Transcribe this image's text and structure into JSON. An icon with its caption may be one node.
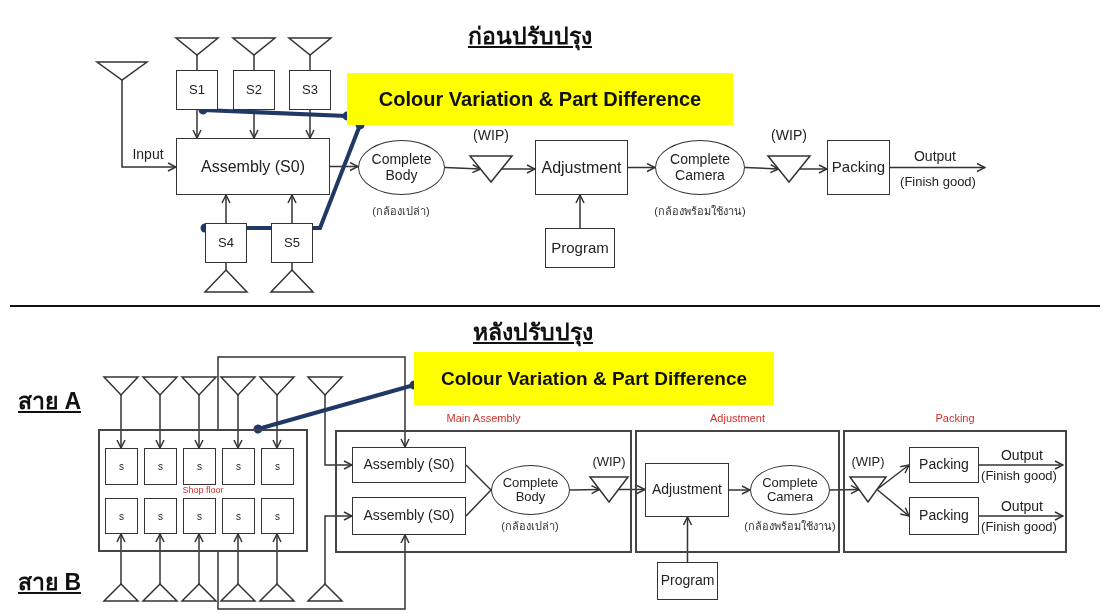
{
  "diagram": {
    "nodes": [
      {
        "text": [],
        "shape": "triangle"
      },
      {
        "text": [],
        "shape": "triangle"
      },
      {
        "text": [],
        "shape": "triangle"
      },
      {
        "text": [],
        "shape": "triangle"
      },
      {
        "text": [
          "S1"
        ]
      },
      {
        "text": [
          "S2"
        ]
      },
      {
        "text": [
          "S3"
        ]
      },
      {
        "text": [
          "Assembly (S0)"
        ]
      },
      {
        "text": [
          "S4"
        ]
      },
      {
        "text": [
          "S5"
        ]
      },
      {
        "text": [],
        "shape": "triangle"
      },
      {
        "text": [],
        "shape": "triangle"
      },
      {
        "text": [
          "Colour Variation & Part Difference"
        ]
      },
      {
        "text": [
          "Complete Body"
        ],
        "beside": [
          "(กล้องเปล่า)"
        ]
      },
      {
        "text": [
          "(WIP)"
        ]
      },
      {
        "text": [
          "Adjustment"
        ]
      },
      {
        "text": [
          "Program"
        ]
      },
      {
        "text": [
          "Complete Camera"
        ],
        "beside": [
          "(กล้องพร้อมใช้งาน)"
        ]
      },
      {
        "text": [
          "(WIP)"
        ]
      },
      {
        "text": [
          "Packing"
        ]
      },
      {
        "text": [
          "Colour Variation & Part Difference"
        ]
      },
      {
        "text": [],
        "shape": "triangle"
      },
      {
        "text": [],
        "shape": "triangle"
      },
      {
        "text": [],
        "shape": "triangle"
      },
      {
        "text": [],
        "shape": "triangle"
      },
      {
        "text": [],
        "shape": "triangle"
      },
      {
        "text": [],
        "shape": "triangle"
      },
      {
        "text": [
          "Shop floor"
        ]
      },
      {
        "text": [
          "s"
        ],
        "in": 27
      },
      {
        "text": [
          "s"
        ],
        "in": 27
      },
      {
        "text": [
          "s"
        ],
        "in": 27
      },
      {
        "text": [
          "s"
        ],
        "in": 27
      },
      {
        "text": [
          "s"
        ],
        "in": 27
      },
      {
        "text": [
          "s"
        ],
        "in": 27
      },
      {
        "text": [
          "s"
        ],
        "in": 27
      },
      {
        "text": [
          "s"
        ],
        "in": 27
      },
      {
        "text": [
          "s"
        ],
        "in": 27
      },
      {
        "text": [
          "s"
        ],
        "in": 27
      },
      {
        "text": [
          "Main Assembly"
        ]
      },
      {
        "text": [
          "Assembly (S0)"
        ],
        "in": 38
      },
      {
        "text": [
          "Assembly (S0)"
        ],
        "in": 38
      },
      {
        "text": [
          "Complete Body"
        ],
        "in": 38,
        "beside": [
          "(กล้องเปล่า)"
        ]
      },
      {
        "text": [
          "(WIP)"
        ],
        "in": 38
      },
      {
        "text": [
          "Adjustment"
        ]
      },
      {
        "text": [
          "Adjustment"
        ],
        "in": 43
      },
      {
        "text": [
          "Complete Camera"
        ],
        "in": 43,
        "beside": [
          "(กล้องพร้อมใช้งาน)"
        ]
      },
      {
        "text": [
          "Program"
        ]
      },
      {
        "text": [
          "Packing"
        ]
      },
      {
        "text": [
          "(WIP)"
        ],
        "in": 47
      },
      {
        "text": [
          "Packing"
        ],
        "in": 47
      },
      {
        "text": [
          "Packing"
        ],
        "in": 47
      },
      {
        "text": [],
        "shape": "triangle"
      },
      {
        "text": [],
        "shape": "triangle"
      },
      {
        "text": [],
        "shape": "triangle"
      },
      {
        "text": [],
        "shape": "triangle"
      },
      {
        "text": [],
        "shape": "triangle"
      },
      {
        "text": [],
        "shape": "triangle"
      },
      {
        "text": [
          "(Finish good)"
        ]
      },
      {
        "text": [
          "(Finish good)"
        ],
        "in": 47
      },
      {
        "text": [
          "(Finish good)"
        ],
        "in": 47
      }
    ],
    "edges": [
      {
        "from": 0,
        "to": 7,
        "arrow": "to",
        "label": "Input"
      },
      {
        "from": 1,
        "to": 4,
        "arrow": "none"
      },
      {
        "from": 2,
        "to": 5,
        "arrow": "none"
      },
      {
        "from": 3,
        "to": 6,
        "arrow": "none"
      },
      {
        "from": 4,
        "to": 7,
        "arrow": "to"
      },
      {
        "from": 5,
        "to": 7,
        "arrow": "to"
      },
      {
        "from": 6,
        "to": 7,
        "arrow": "to"
      },
      {
        "from": 10,
        "to": 8,
        "arrow": "none"
      },
      {
        "from": 11,
        "to": 9,
        "arrow": "none"
      },
      {
        "from": 8,
        "to": 7,
        "arrow": "to"
      },
      {
        "from": 9,
        "to": 7,
        "arrow": "to"
      },
      {
        "from": 7,
        "to": 13,
        "arrow": "to"
      },
      {
        "from": 13,
        "to": 14,
        "arrow": "to"
      },
      {
        "from": 14,
        "to": 15,
        "arrow": "to"
      },
      {
        "from": 16,
        "to": 15,
        "arrow": "to"
      },
      {
        "from": 15,
        "to": 17,
        "arrow": "to"
      },
      {
        "from": 17,
        "to": 18,
        "arrow": "to"
      },
      {
        "from": 18,
        "to": 19,
        "arrow": "to"
      },
      {
        "from": 19,
        "to": 57,
        "arrow": "to",
        "label": "Output"
      },
      {
        "from": 12,
        "to": 4,
        "arrow": "other",
        "style": "thick",
        "color": "#1f3864"
      },
      {
        "from": 12,
        "to": 8,
        "arrow": "other",
        "style": "thick",
        "color": "#1f3864"
      },
      {
        "from": 21,
        "to": 28,
        "arrow": "to"
      },
      {
        "from": 22,
        "to": 29,
        "arrow": "to"
      },
      {
        "from": 23,
        "to": 30,
        "arrow": "to"
      },
      {
        "from": 24,
        "to": 31,
        "arrow": "to"
      },
      {
        "from": 25,
        "to": 32,
        "arrow": "to"
      },
      {
        "from": 51,
        "to": 33,
        "arrow": "to"
      },
      {
        "from": 52,
        "to": 34,
        "arrow": "to"
      },
      {
        "from": 53,
        "to": 35,
        "arrow": "to"
      },
      {
        "from": 54,
        "to": 36,
        "arrow": "to"
      },
      {
        "from": 55,
        "to": 37,
        "arrow": "to"
      },
      {
        "from": 26,
        "to": 39,
        "arrow": "to"
      },
      {
        "from": 56,
        "to": 40,
        "arrow": "to"
      },
      {
        "from": 27,
        "to": 39,
        "arrow": "to"
      },
      {
        "from": 27,
        "to": 40,
        "arrow": "to"
      },
      {
        "from": 39,
        "to": 41,
        "arrow": "none"
      },
      {
        "from": 40,
        "to": 41,
        "arrow": "none"
      },
      {
        "from": 41,
        "to": 42,
        "arrow": "to"
      },
      {
        "from": 42,
        "to": 44,
        "arrow": "to"
      },
      {
        "from": 46,
        "to": 44,
        "arrow": "to"
      },
      {
        "from": 44,
        "to": 45,
        "arrow": "to"
      },
      {
        "from": 45,
        "to": 48,
        "arrow": "to"
      },
      {
        "from": 48,
        "to": 49,
        "arrow": "to"
      },
      {
        "from": 48,
        "to": 50,
        "arrow": "to"
      },
      {
        "from": 49,
        "to": 58,
        "arrow": "to",
        "label": "Output"
      },
      {
        "from": 50,
        "to": 59,
        "arrow": "to",
        "label": "Output"
      },
      {
        "from": 20,
        "to": 27,
        "arrow": "other",
        "style": "thick",
        "color": "#1f3864"
      }
    ],
    "labels": [
      "ก่อนปรับปรุง",
      "หลังปรับปรุง",
      "สาย A",
      "สาย B"
    ]
  }
}
